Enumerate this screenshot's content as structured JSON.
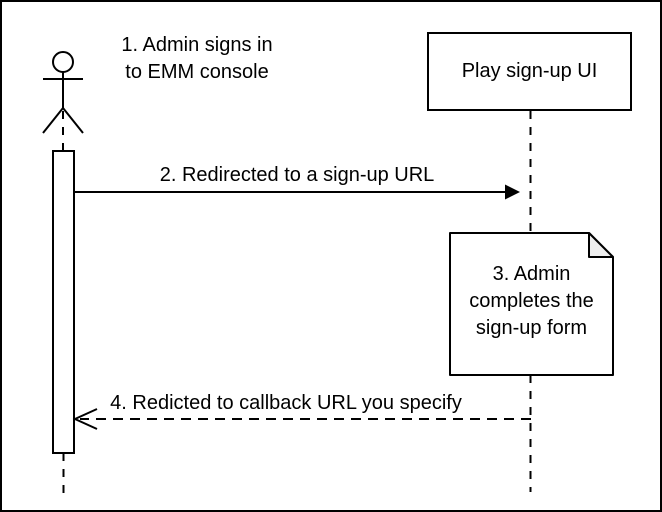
{
  "diagram": {
    "type": "sequence-diagram",
    "colors": {
      "stroke": "#000000",
      "background": "#ffffff",
      "note_fill": "#ffffff",
      "note_fold": "#eeeeee"
    },
    "participants": [
      {
        "type": "actor",
        "label": ""
      },
      {
        "type": "object",
        "label": "Play sign-up UI"
      }
    ],
    "messages": [
      {
        "kind": "caption",
        "label": "1. Admin signs in\nto EMM console"
      },
      {
        "kind": "solid-arrow",
        "label": "2. Redirected to a sign-up URL"
      },
      {
        "kind": "note",
        "label": "3. Admin\ncompletes the\nsign-up form"
      },
      {
        "kind": "dashed-arrow",
        "label": "4. Redicted to callback URL you specify"
      }
    ]
  }
}
